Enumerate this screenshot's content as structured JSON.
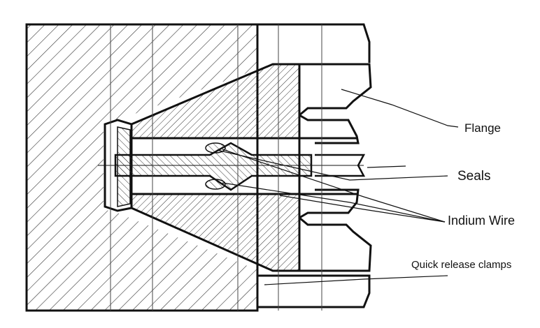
{
  "labels": {
    "flange": "Flange",
    "seals": "Seals",
    "indium_wire": "Indium Wire",
    "quick_release_clamps": "Quick release clamps"
  },
  "colors": {
    "ink": "#111111",
    "hatch": "#333333",
    "background": "#ffffff"
  }
}
